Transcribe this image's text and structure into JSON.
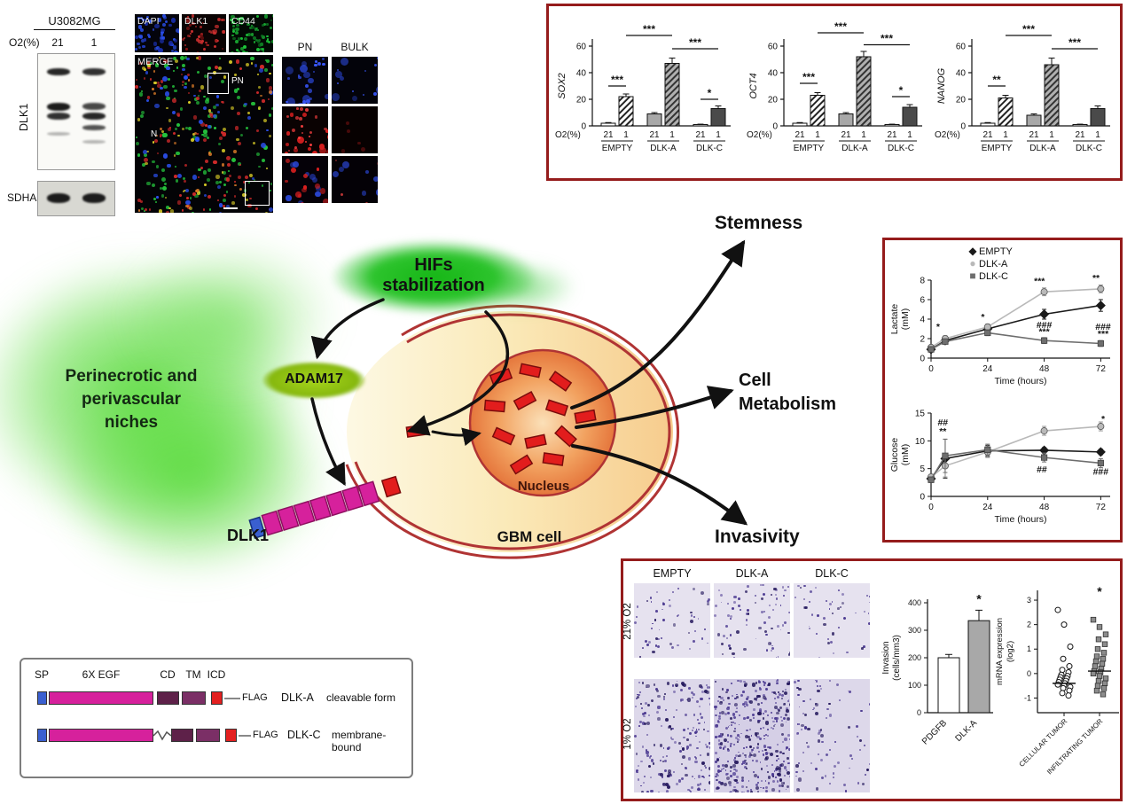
{
  "western_blot": {
    "cell_line": "U3082MG",
    "o2_label": "O2(%)",
    "lane_labels": [
      "21",
      "1"
    ],
    "target_label": "DLK1",
    "loading_label": "SDHA"
  },
  "if_panel": {
    "channels": [
      "DAPI",
      "DLK1",
      "CD44"
    ],
    "merge_label": "MERGE",
    "inset_label": "PN",
    "necrosis_label": "N",
    "column_headers": [
      "PN",
      "BULK"
    ]
  },
  "diagram": {
    "niches_lines": [
      "Perinecrotic and",
      "perivascular",
      "niches"
    ],
    "hifs_lines": [
      "HIFs",
      "stabilization"
    ],
    "adam17_label": "ADAM17",
    "dlk1_label": "DLK1",
    "nucleus_label": "Nucleus",
    "gbm_cell_label": "GBM cell",
    "output_stemness": "Stemness",
    "output_metabolism_lines": [
      "Cell",
      "Metabolism"
    ],
    "output_invasivity": "Invasivity"
  },
  "construct_box": {
    "domain_labels": [
      "SP",
      "6X EGF",
      "CD",
      "TM",
      "ICD"
    ],
    "rows": [
      {
        "tag": "FLAG",
        "name": "DLK-A",
        "description": "cleavable form"
      },
      {
        "tag": "FLAG",
        "name": "DLK-C",
        "description": "membrane-bound"
      }
    ]
  },
  "metabolism_panel": {
    "legend": [
      {
        "label": "EMPTY",
        "marker": "diamond",
        "color": "#1a1a1a"
      },
      {
        "label": "DLK-A",
        "marker": "circle",
        "color": "#b9b9b9"
      },
      {
        "label": "DLK-C",
        "marker": "square",
        "color": "#6e6e6e"
      }
    ]
  },
  "invasion_panel": {
    "column_headers": [
      "EMPTY",
      "DLK-A",
      "DLK-C"
    ],
    "row_labels": [
      "21% O2",
      "1% O2"
    ]
  },
  "chart_data": [
    {
      "id": "sox2",
      "type": "bar",
      "ylabel": "SOX2",
      "ylim": [
        0,
        60
      ],
      "yticks": [
        0,
        20,
        40,
        60
      ],
      "x_axis_label": "O2(%)",
      "bar_tick_labels": [
        "21",
        "1",
        "21",
        "1",
        "21",
        "1"
      ],
      "group_labels": [
        "EMPTY",
        "DLK-A",
        "DLK-C"
      ],
      "values": [
        2,
        22,
        9,
        47,
        1,
        13
      ],
      "errors": [
        0.5,
        2,
        1,
        4,
        0.3,
        2
      ],
      "bar_styles": [
        "white",
        "hatch-white",
        "gray",
        "hatch-gray",
        "white",
        "dark"
      ],
      "sig_brackets": [
        {
          "from": 0,
          "to": 1,
          "y": 30,
          "label": "***"
        },
        {
          "from": 1,
          "to": 3,
          "y": 68,
          "label": "***"
        },
        {
          "from": 3,
          "to": 5,
          "y": 58,
          "label": "***"
        },
        {
          "from": 4,
          "to": 5,
          "y": 20,
          "label": "*"
        }
      ]
    },
    {
      "id": "oct4",
      "type": "bar",
      "ylabel": "OCT4",
      "ylim": [
        0,
        60
      ],
      "yticks": [
        0,
        20,
        40,
        60
      ],
      "x_axis_label": "O2(%)",
      "bar_tick_labels": [
        "21",
        "1",
        "21",
        "1",
        "21",
        "1"
      ],
      "group_labels": [
        "EMPTY",
        "DLK-A",
        "DLK-C"
      ],
      "values": [
        2,
        23,
        9,
        52,
        1,
        14
      ],
      "errors": [
        0.5,
        2,
        1,
        4,
        0.3,
        2
      ],
      "bar_styles": [
        "white",
        "hatch-white",
        "gray",
        "hatch-gray",
        "white",
        "dark"
      ],
      "sig_brackets": [
        {
          "from": 0,
          "to": 1,
          "y": 32,
          "label": "***"
        },
        {
          "from": 1,
          "to": 3,
          "y": 70,
          "label": "***"
        },
        {
          "from": 3,
          "to": 5,
          "y": 61,
          "label": "***"
        },
        {
          "from": 4,
          "to": 5,
          "y": 22,
          "label": "*"
        }
      ]
    },
    {
      "id": "nanog",
      "type": "bar",
      "ylabel": "NANOG",
      "ylim": [
        0,
        60
      ],
      "yticks": [
        0,
        20,
        40,
        60
      ],
      "x_axis_label": "O2(%)",
      "bar_tick_labels": [
        "21",
        "1",
        "21",
        "1",
        "21",
        "1"
      ],
      "group_labels": [
        "EMPTY",
        "DLK-A",
        "DLK-C"
      ],
      "values": [
        2,
        21,
        8,
        46,
        1,
        13
      ],
      "errors": [
        0.5,
        2,
        1,
        5,
        0.3,
        2
      ],
      "bar_styles": [
        "white",
        "hatch-white",
        "gray",
        "hatch-gray",
        "white",
        "dark"
      ],
      "sig_brackets": [
        {
          "from": 0,
          "to": 1,
          "y": 30,
          "label": "**"
        },
        {
          "from": 1,
          "to": 3,
          "y": 68,
          "label": "***"
        },
        {
          "from": 3,
          "to": 5,
          "y": 58,
          "label": "***"
        }
      ]
    },
    {
      "id": "lactate",
      "type": "line",
      "ylabel_lines": [
        "Lactate",
        "(mM)"
      ],
      "ylim": [
        0,
        8
      ],
      "yticks": [
        0,
        2,
        4,
        6,
        8
      ],
      "xlim": [
        0,
        76
      ],
      "xticks": [
        0,
        24,
        48,
        72
      ],
      "xlabel": "Time (hours)",
      "series": [
        {
          "name": "EMPTY",
          "marker": "diamond",
          "color": "#1a1a1a",
          "x": [
            0,
            6,
            24,
            48,
            72
          ],
          "y": [
            0.9,
            1.8,
            3.0,
            4.5,
            5.4
          ],
          "err": [
            0.2,
            0.3,
            0.3,
            0.5,
            0.6
          ]
        },
        {
          "name": "DLK-A",
          "marker": "circle",
          "color": "#b9b9b9",
          "x": [
            0,
            6,
            24,
            48,
            72
          ],
          "y": [
            1.1,
            2.0,
            3.2,
            6.8,
            7.1
          ],
          "err": [
            0.2,
            0.3,
            0.3,
            0.4,
            0.4
          ]
        },
        {
          "name": "DLK-C",
          "marker": "square",
          "color": "#6e6e6e",
          "x": [
            0,
            6,
            24,
            48,
            72
          ],
          "y": [
            0.9,
            1.7,
            2.6,
            1.8,
            1.5
          ],
          "err": [
            0.2,
            0.2,
            0.3,
            0.3,
            0.3
          ]
        }
      ],
      "annotations": [
        {
          "x": 3,
          "y": 2.9,
          "text": "*"
        },
        {
          "x": 22,
          "y": 3.9,
          "text": "*"
        },
        {
          "x": 46,
          "y": 7.6,
          "text": "***"
        },
        {
          "x": 70,
          "y": 7.9,
          "text": "**"
        },
        {
          "x": 48,
          "y": 3.1,
          "text": "###"
        },
        {
          "x": 48,
          "y": 2.4,
          "text": "***"
        },
        {
          "x": 73,
          "y": 2.9,
          "text": "###"
        },
        {
          "x": 73,
          "y": 2.2,
          "text": "***"
        }
      ]
    },
    {
      "id": "glucose",
      "type": "line",
      "ylabel_lines": [
        "Glucose",
        "(mM)"
      ],
      "ylim": [
        0,
        15
      ],
      "yticks": [
        0,
        5,
        10,
        15
      ],
      "xlim": [
        0,
        76
      ],
      "xticks": [
        0,
        24,
        48,
        72
      ],
      "xlabel": "Time (hours)",
      "series": [
        {
          "name": "EMPTY",
          "marker": "diamond",
          "color": "#1a1a1a",
          "x": [
            0,
            6,
            24,
            48,
            72
          ],
          "y": [
            3.2,
            6.8,
            8.2,
            8.3,
            8.0
          ],
          "err": [
            0.5,
            3.5,
            1.0,
            0.5,
            0.5
          ]
        },
        {
          "name": "DLK-A",
          "marker": "circle",
          "color": "#b9b9b9",
          "x": [
            0,
            6,
            24,
            48,
            72
          ],
          "y": [
            3.5,
            5.5,
            8.0,
            11.8,
            12.6
          ],
          "err": [
            0.5,
            2.0,
            1.0,
            0.8,
            0.8
          ]
        },
        {
          "name": "DLK-C",
          "marker": "square",
          "color": "#6e6e6e",
          "x": [
            0,
            6,
            24,
            48,
            72
          ],
          "y": [
            3.0,
            7.3,
            8.4,
            7.0,
            6.0
          ],
          "err": [
            0.5,
            3.0,
            1.0,
            0.8,
            0.8
          ]
        }
      ],
      "annotations": [
        {
          "x": 5,
          "y": 12.8,
          "text": "##"
        },
        {
          "x": 5,
          "y": 11.2,
          "text": "**"
        },
        {
          "x": 73,
          "y": 13.4,
          "text": "*"
        },
        {
          "x": 47,
          "y": 4.3,
          "text": "##"
        },
        {
          "x": 72,
          "y": 3.9,
          "text": "###"
        }
      ]
    },
    {
      "id": "invasion",
      "type": "bar",
      "ylabel_lines": [
        "Invasion",
        "(cells/mm3)"
      ],
      "ylim": [
        0,
        400
      ],
      "yticks": [
        0,
        100,
        200,
        300,
        400
      ],
      "categories": [
        "PDGFB",
        "DLK-A"
      ],
      "values": [
        200,
        335
      ],
      "errors": [
        12,
        38
      ],
      "bar_styles": [
        "white",
        "gray"
      ],
      "sig_markers": [
        {
          "index": 1,
          "label": "*"
        }
      ]
    },
    {
      "id": "mrna",
      "type": "scatter",
      "ylabel_lines": [
        "mRNA expression",
        "(log2)"
      ],
      "ylim": [
        -1.6,
        3.4
      ],
      "yticks": [
        -1,
        0,
        1,
        2,
        3
      ],
      "sig_label": "*",
      "groups": [
        {
          "name": "CELLULAR TUMOR",
          "marker": "circle-open",
          "median": -0.4,
          "values": [
            2.6,
            2.0,
            1.1,
            0.6,
            0.3,
            0.15,
            0.05,
            -0.05,
            -0.1,
            -0.15,
            -0.2,
            -0.25,
            -0.3,
            -0.35,
            -0.4,
            -0.45,
            -0.5,
            -0.55,
            -0.6,
            -0.7,
            -0.8,
            -0.9
          ]
        },
        {
          "name": "INFILTRATING TUMOR",
          "marker": "square-filled",
          "median": 0.1,
          "values": [
            2.2,
            1.9,
            1.6,
            1.4,
            1.2,
            1.0,
            0.85,
            0.7,
            0.6,
            0.5,
            0.4,
            0.3,
            0.2,
            0.1,
            0.05,
            0,
            -0.1,
            -0.2,
            -0.3,
            -0.4,
            -0.5,
            -0.6,
            -0.7,
            -0.85
          ]
        }
      ]
    }
  ]
}
